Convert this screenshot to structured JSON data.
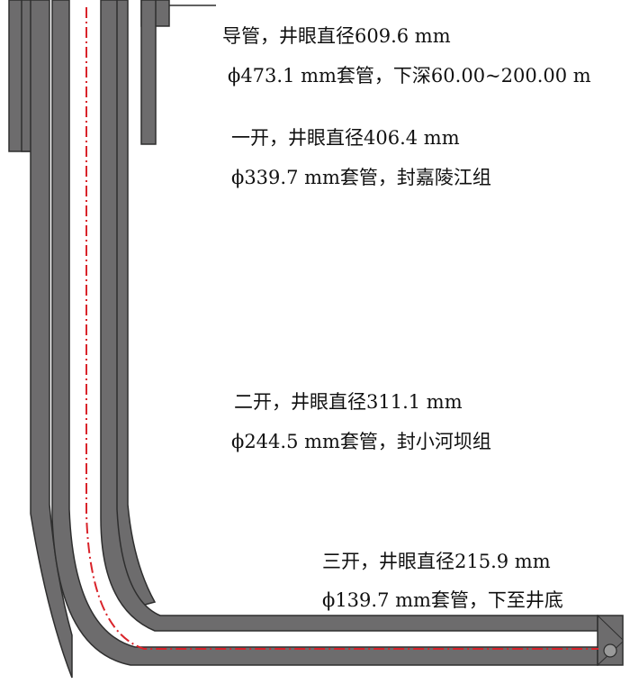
{
  "colors": {
    "casing_fill": "#6d6c6d",
    "casing_edge": "#2e2e2e",
    "centerline": "#d9232a",
    "background": "#ffffff"
  },
  "sections": [
    {
      "hole": "导管，井眼直径609.6 mm",
      "casing": "ϕ473.1 mm套管，下深60.00~200.00 m"
    },
    {
      "hole": "一开，井眼直径406.4 mm",
      "casing": "ϕ339.7 mm套管，封嘉陵江组"
    },
    {
      "hole": "二开，井眼直径311.1 mm",
      "casing": "ϕ244.5 mm套管，封小河坝组"
    },
    {
      "hole": "三开，井眼直径215.9 mm",
      "casing": "ϕ139.7 mm套管，下至井底"
    }
  ],
  "icons": {
    "toe": "float-shoe-icon"
  }
}
